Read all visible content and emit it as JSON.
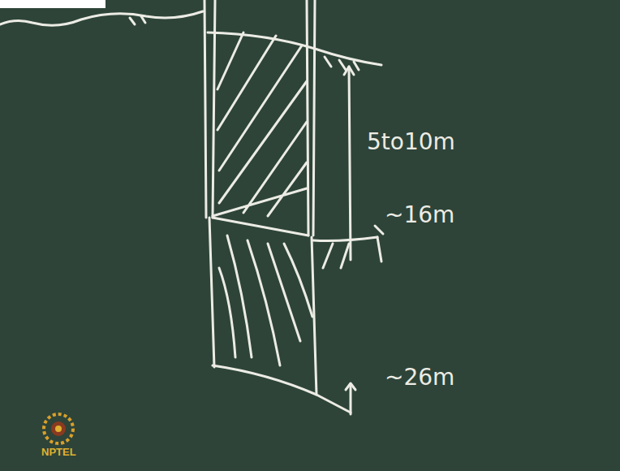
{
  "diagram": {
    "labels": [
      "5to10m",
      "~16m",
      "~26m",
      "NPTEL"
    ]
  }
}
